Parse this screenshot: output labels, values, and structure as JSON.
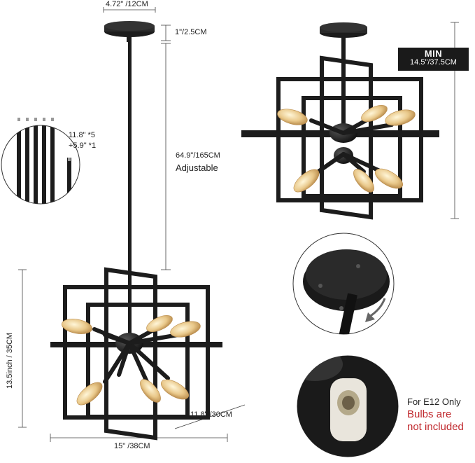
{
  "dimensions": {
    "canopy_width": "4.72\" /12CM",
    "canopy_height": "1\"/2.5CM",
    "rod_lengths_line1": "11.8\" *5",
    "rod_lengths_line2": "+5.9\" *1",
    "max_height": "64.9\"/165CM",
    "adjustable": "Adjustable",
    "fixture_height": "13.5inch / 35CM",
    "fixture_depth": "11.8\" /30CM",
    "fixture_width": "15\" /38CM"
  },
  "min_box": {
    "title": "MIN",
    "value": "14.5\"/37.5CM"
  },
  "bulb_note": {
    "socket_type": "For E12 Only",
    "line1": "Bulbs are",
    "line2": "not included"
  },
  "colors": {
    "fixture": "#1c1c1c",
    "bulb": "#e9c88a",
    "accent_red": "#c0282d",
    "dimension_line": "#444444"
  }
}
